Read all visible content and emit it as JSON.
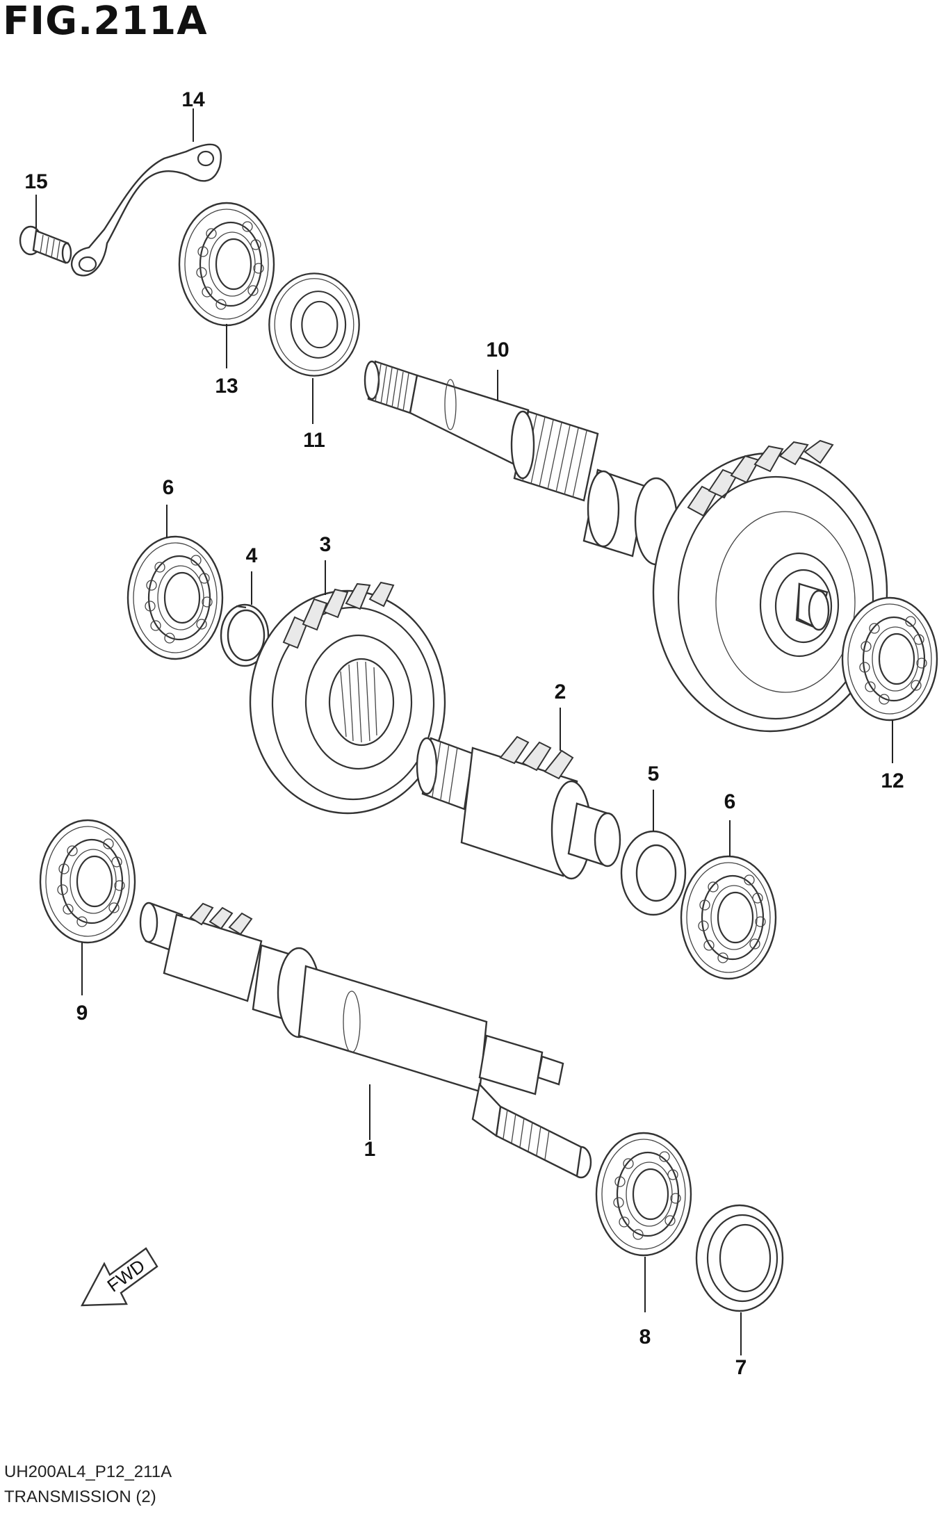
{
  "figure": {
    "title": "FIG.211A",
    "code": "UH200AL4_P12_211A",
    "subtitle": "TRANSMISSION (2)"
  },
  "direction_marker": {
    "label": "FWD",
    "icon": "arrow-fwd-icon"
  },
  "callouts": [
    {
      "id": "p1",
      "label": "1"
    },
    {
      "id": "p2",
      "label": "2"
    },
    {
      "id": "p3",
      "label": "3"
    },
    {
      "id": "p4",
      "label": "4"
    },
    {
      "id": "p5",
      "label": "5"
    },
    {
      "id": "p6a",
      "label": "6"
    },
    {
      "id": "p6b",
      "label": "6"
    },
    {
      "id": "p7",
      "label": "7"
    },
    {
      "id": "p8",
      "label": "8"
    },
    {
      "id": "p9",
      "label": "9"
    },
    {
      "id": "p10",
      "label": "10"
    },
    {
      "id": "p11",
      "label": "11"
    },
    {
      "id": "p12",
      "label": "12"
    },
    {
      "id": "p13",
      "label": "13"
    },
    {
      "id": "p14",
      "label": "14"
    },
    {
      "id": "p15",
      "label": "15"
    }
  ]
}
